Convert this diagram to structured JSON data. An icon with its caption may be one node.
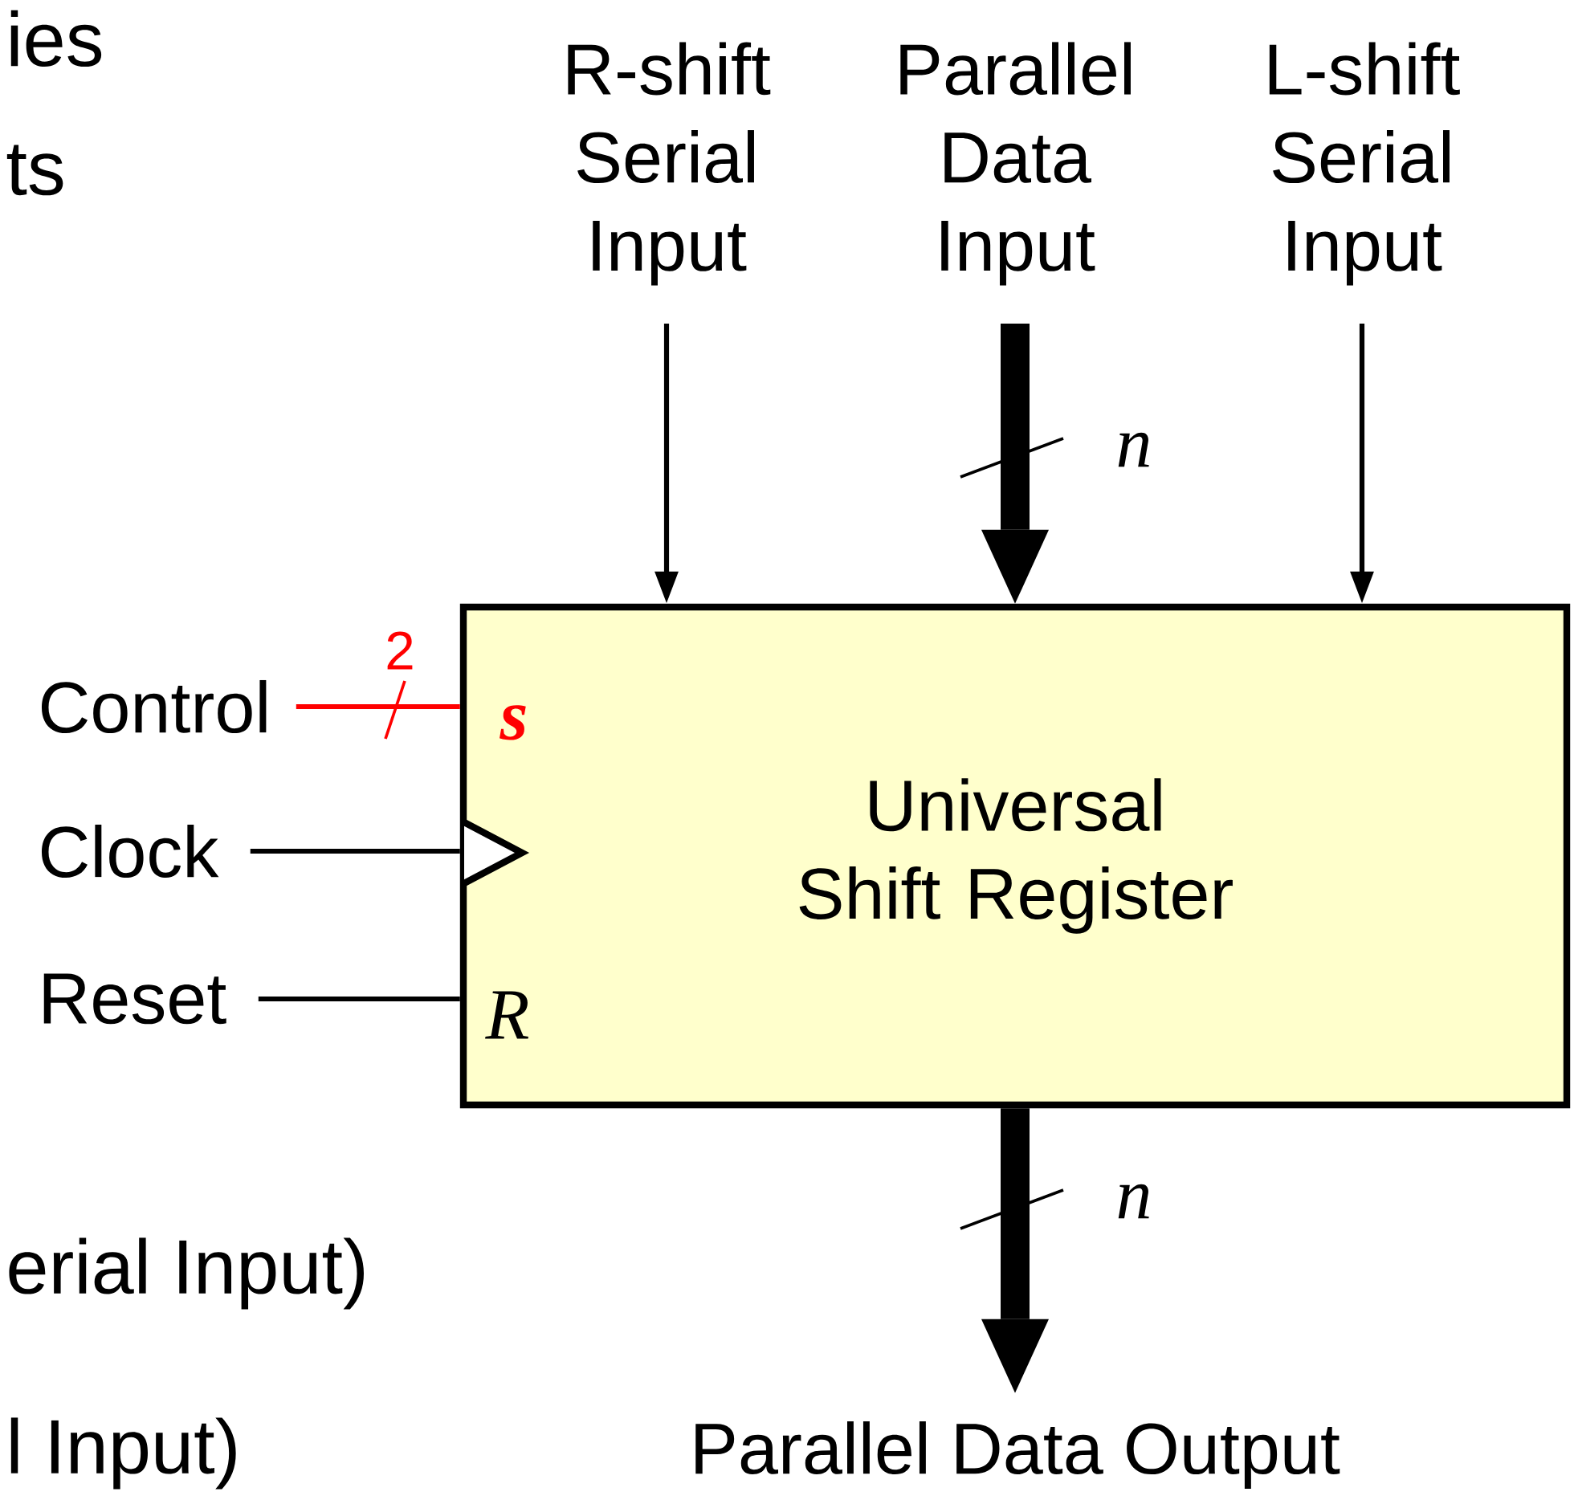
{
  "diagram": {
    "nodes": [
      {
        "text": [
          "Universal Shift Register"
        ]
      },
      {
        "text": [
          "R-shift Serial Input"
        ]
      },
      {
        "text": [
          "Parallel Data Input"
        ]
      },
      {
        "text": [
          "L-shift Serial Input"
        ]
      },
      {
        "text": [
          "Control"
        ]
      },
      {
        "text": [
          "Clock"
        ]
      },
      {
        "text": [
          "Reset"
        ]
      },
      {
        "text": [
          "Parallel Data Output"
        ]
      }
    ],
    "edges": [
      {
        "from": 1,
        "to": 0,
        "arrow": "to"
      },
      {
        "from": 2,
        "to": 0,
        "arrow": "to",
        "style": "thick"
      },
      {
        "from": 3,
        "to": 0,
        "arrow": "to"
      },
      {
        "from": 4,
        "to": 0,
        "arrow": "none",
        "color": "#ff0000"
      },
      {
        "from": 5,
        "to": 0,
        "arrow": "none"
      },
      {
        "from": 6,
        "to": 0,
        "arrow": "none"
      },
      {
        "from": 0,
        "to": 7,
        "arrow": "to",
        "style": "thick"
      }
    ],
    "labels": [
      "ies",
      "ts",
      "n",
      "2",
      "s",
      "R",
      "n",
      "erial Input)",
      "l Input)"
    ]
  }
}
